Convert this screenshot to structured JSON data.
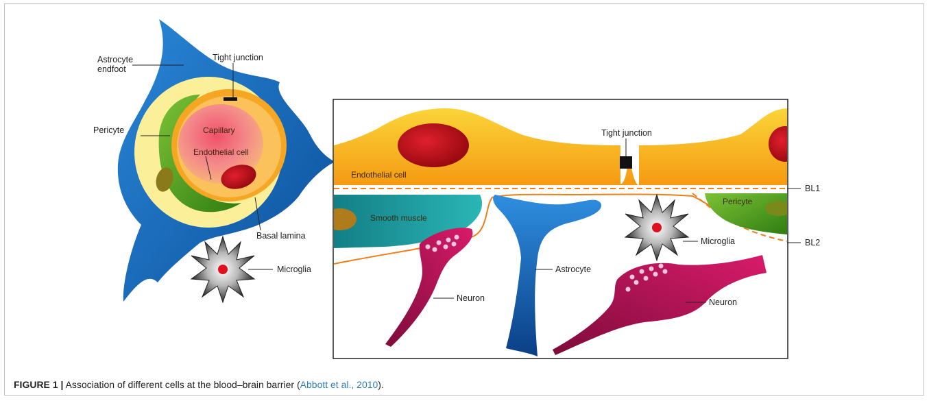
{
  "left_labels": {
    "astrocyte_endfoot_1": "Astrocyte",
    "astrocyte_endfoot_2": "endfoot",
    "tight_junction": "Tight junction",
    "pericyte": "Pericyte",
    "capillary": "Capillary",
    "endothelial_cell": "Endothelial cell",
    "basal_lamina": "Basal lamina",
    "microglia": "Microglia"
  },
  "right_labels": {
    "tight_junction": "Tight junction",
    "endothelial_cell": "Endothelial cell",
    "bl1": "BL1",
    "bl2": "BL2",
    "smooth_muscle": "Smooth muscle",
    "pericyte": "Pericyte",
    "microglia": "Microglia",
    "astrocyte": "Astrocyte",
    "neuron_left": "Neuron",
    "neuron_right": "Neuron"
  },
  "caption": {
    "label": "FIGURE 1 |",
    "text": " Association of different cells at the blood–brain barrier (",
    "citation": "Abbott et al., 2010",
    "end": ")."
  },
  "colors": {
    "astrocyte": "#1f6fc0",
    "endothelial": "#f5a623",
    "capillary": "#f06a7a",
    "pericyte": "#4c9a1f",
    "nucleus": "#c8102e",
    "smooth_muscle": "#1a9a9a",
    "neuron": "#c4145e",
    "basal_lamina": "#f07f1a"
  }
}
